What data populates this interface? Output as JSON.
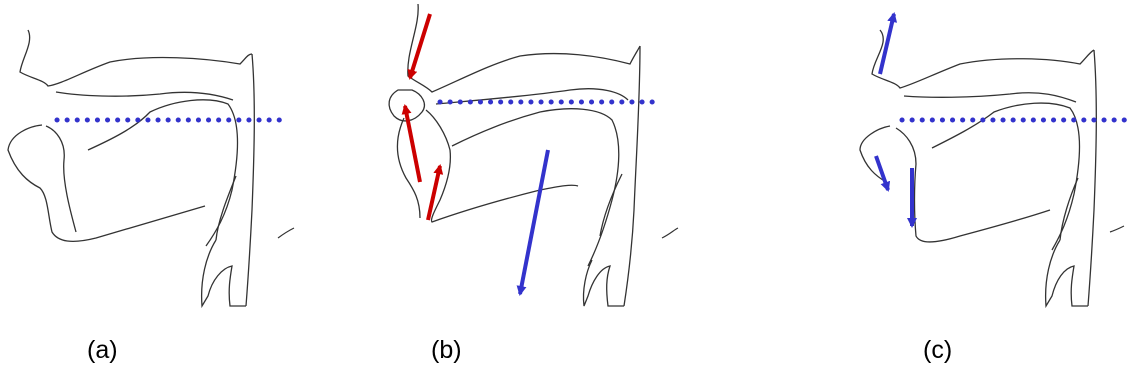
{
  "panels": [
    {
      "label": "(a)"
    },
    {
      "label": "(b)"
    },
    {
      "label": "(c)"
    }
  ],
  "colors": {
    "outline": "#333333",
    "reference_line": "#3333cc",
    "arrow_red": "#cc0000",
    "arrow_blue": "#3333cc"
  },
  "icons": [
    "red-arrow-icon",
    "blue-arrow-icon",
    "dotted-reference-line"
  ]
}
